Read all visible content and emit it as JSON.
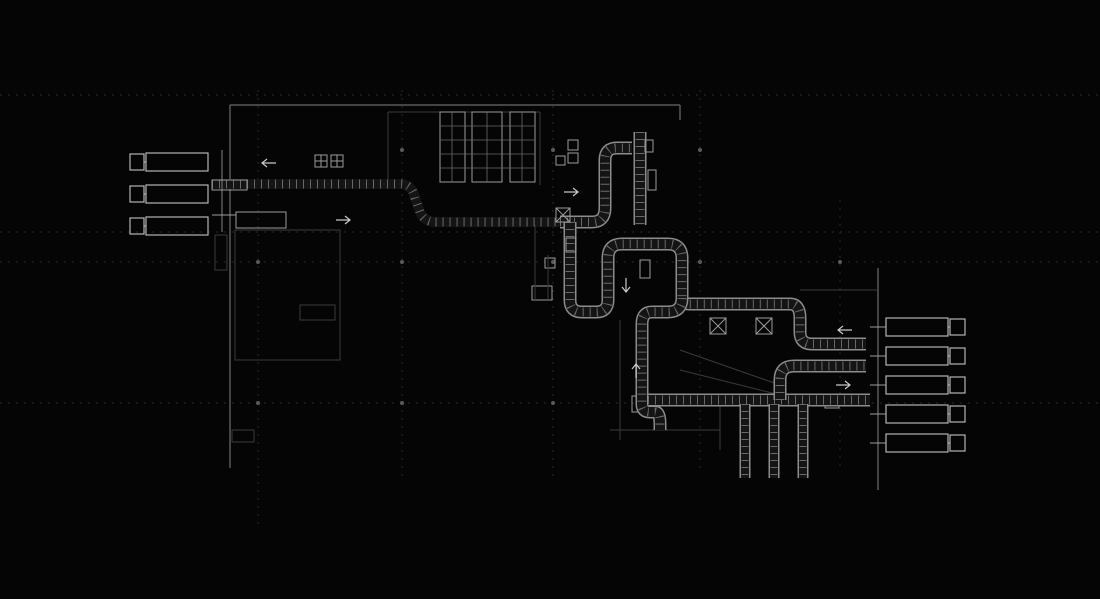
{
  "diagram": {
    "type": "warehouse-conveyor-layout",
    "colors": {
      "background": "#050505",
      "line_primary": "#9a9a9a",
      "line_secondary": "#3a3a3a",
      "truck": "#b5b5b5",
      "arrow": "#c8c8c8"
    },
    "loading_docks": [
      {
        "id": "west-dock",
        "truck_count": 3
      },
      {
        "id": "east-dock",
        "truck_count": 5
      }
    ],
    "flow_arrows": [
      {
        "id": "west-outbound",
        "direction": "left"
      },
      {
        "id": "west-inbound",
        "direction": "right"
      },
      {
        "id": "storage-to-main",
        "direction": "right"
      },
      {
        "id": "center-down",
        "direction": "down"
      },
      {
        "id": "lower-up",
        "direction": "up"
      },
      {
        "id": "east-inbound",
        "direction": "left"
      },
      {
        "id": "east-outbound",
        "direction": "right"
      }
    ],
    "icons": [
      "truck-icon",
      "arrow-icon",
      "storage-rack-icon",
      "workstation-icon",
      "pallet-icon"
    ]
  }
}
